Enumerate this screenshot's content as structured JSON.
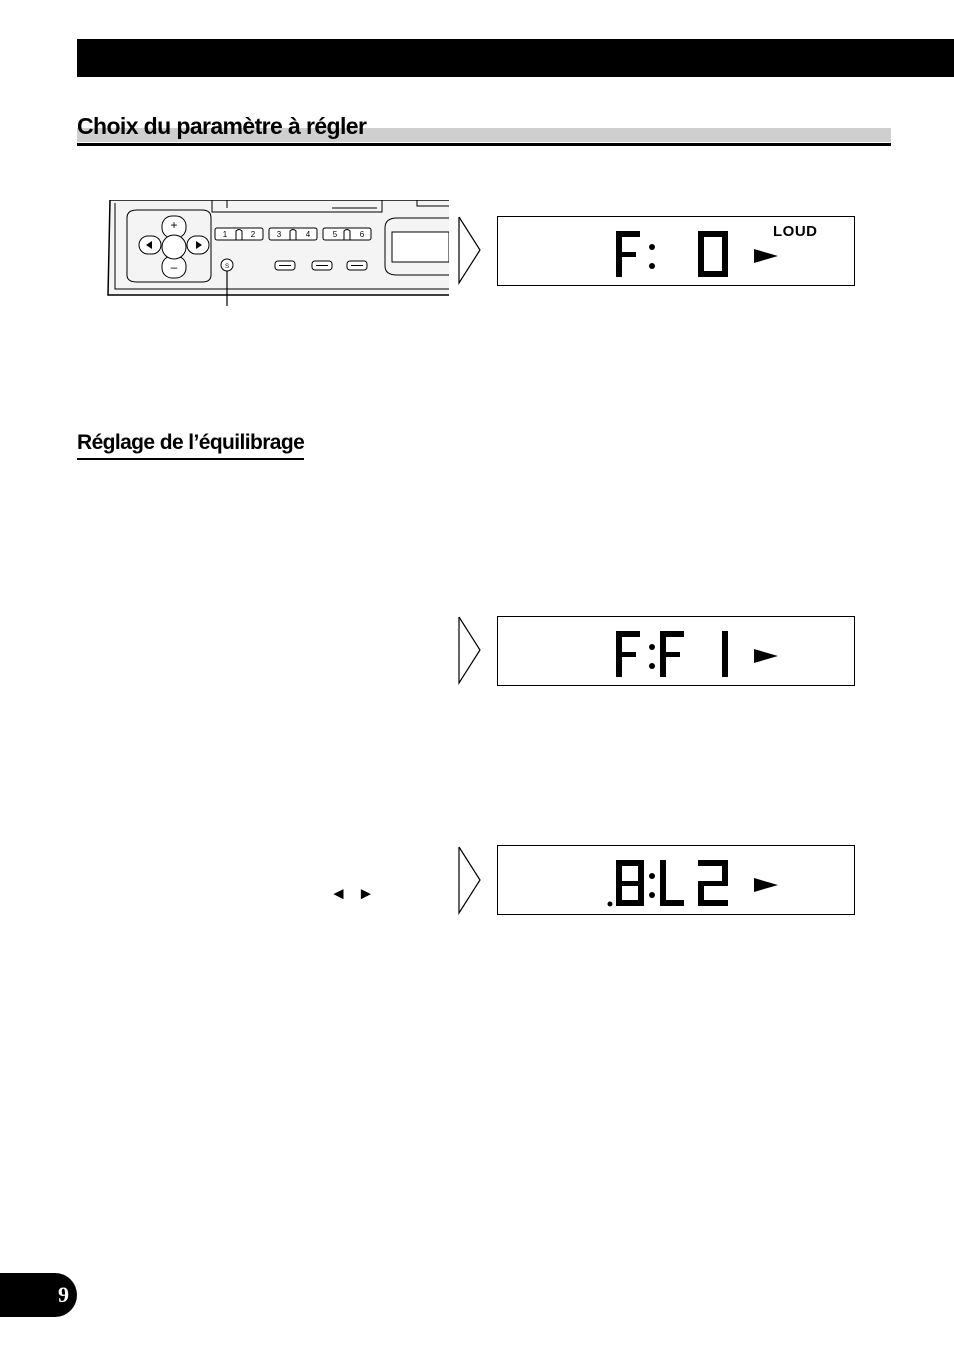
{
  "section": {
    "title": "Choix du paramètre à régler"
  },
  "subsection": {
    "title": "Réglage de l’équilibrage"
  },
  "unit_panel": {
    "preset_labels": [
      "1",
      "2",
      "3",
      "4",
      "5",
      "6"
    ],
    "pad_labels": {
      "up": "+",
      "down": "–"
    },
    "small_button_label": "S"
  },
  "displays": [
    {
      "readout": "F: 0",
      "indicator": "LOUD"
    },
    {
      "readout": "F:F 1",
      "indicator": ""
    },
    {
      "readout": "B:L 2",
      "indicator": ""
    }
  ],
  "arrow_keys_text": "◄ ►",
  "page_number": "9"
}
